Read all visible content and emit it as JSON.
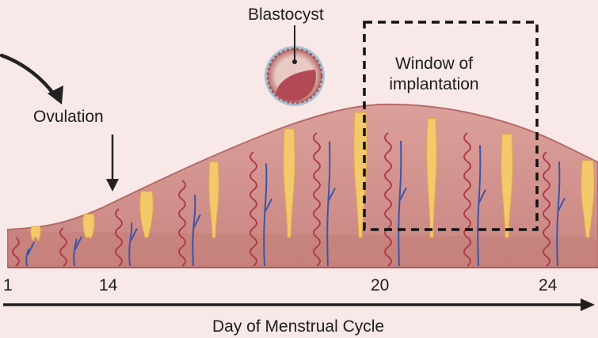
{
  "labels": {
    "blastocyst": "Blastocyst",
    "window_line1": "Window of",
    "window_line2": "implantation",
    "ovulation": "Ovulation",
    "x_axis_title": "Day of  Menstrual Cycle"
  },
  "day_ticks": [
    "1",
    "14",
    "20",
    "24"
  ],
  "colors": {
    "background": "#f8e8e8",
    "endometrium": "#d6948f",
    "endometrium_edge": "#b86a68",
    "basal_layer": "#c27d79",
    "gland": "#f3c96b",
    "artery": "#b03a4a",
    "vein": "#3c55a8",
    "window_border": "#111111"
  },
  "icons": [
    "blastocyst-icon",
    "curved-arrow-icon",
    "down-arrow-icon",
    "axis-arrow-icon"
  ]
}
